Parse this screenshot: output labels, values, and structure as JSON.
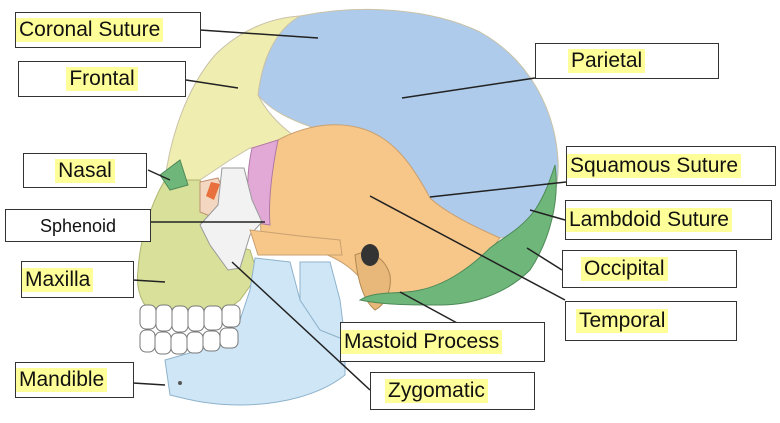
{
  "title": "Skull bones lateral view",
  "labels": {
    "coronal_suture": "Coronal Suture",
    "frontal": "Frontal",
    "nasal": "Nasal",
    "sphenoid": "Sphenoid",
    "maxilla": "Maxilla",
    "mandible": "Mandible",
    "parietal": "Parietal",
    "squamous_suture": "Squamous Suture",
    "lambdoid_suture": "Lambdoid Suture",
    "occipital": "Occipital",
    "temporal": "Temporal",
    "mastoid_process": "Mastoid Process",
    "zygomatic": "Zygomatic"
  },
  "colors": {
    "parietal": "#aecbeb",
    "frontal": "#efedb0",
    "temporal": "#f7c78a",
    "occipital": "#6fb67a",
    "sphenoid": "#e3a9d6",
    "maxilla": "#d9e09a",
    "mandible": "#cfe6f6",
    "zygomatic": "#f2f2f2",
    "highlight": "#ffff99"
  }
}
